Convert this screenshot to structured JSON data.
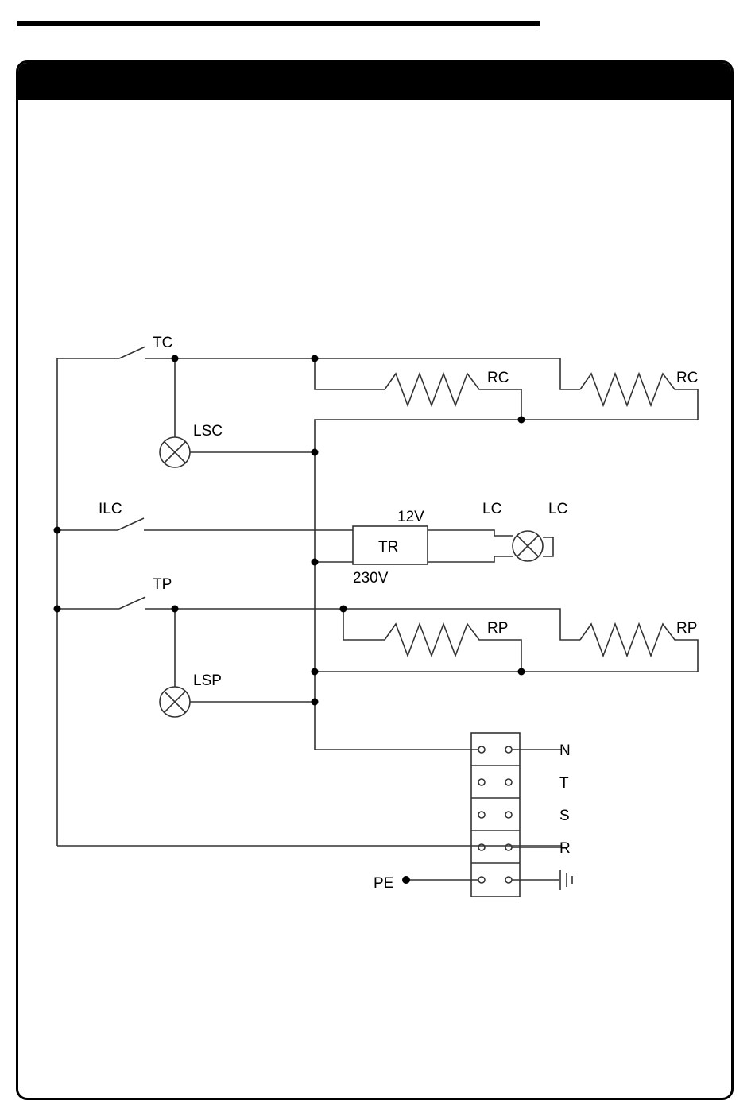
{
  "labels": {
    "tc": "TC",
    "rc_1": "RC",
    "rc_2": "RC",
    "lsc": "LSC",
    "ilc": "ILC",
    "v12": "12V",
    "lc_1": "LC",
    "lc_2": "LC",
    "tr": "TR",
    "v230": "230V",
    "tp": "TP",
    "rp_1": "RP",
    "rp_2": "RP",
    "lsp": "LSP",
    "n": "N",
    "t": "T",
    "s": "S",
    "r": "R",
    "pe": "PE"
  }
}
